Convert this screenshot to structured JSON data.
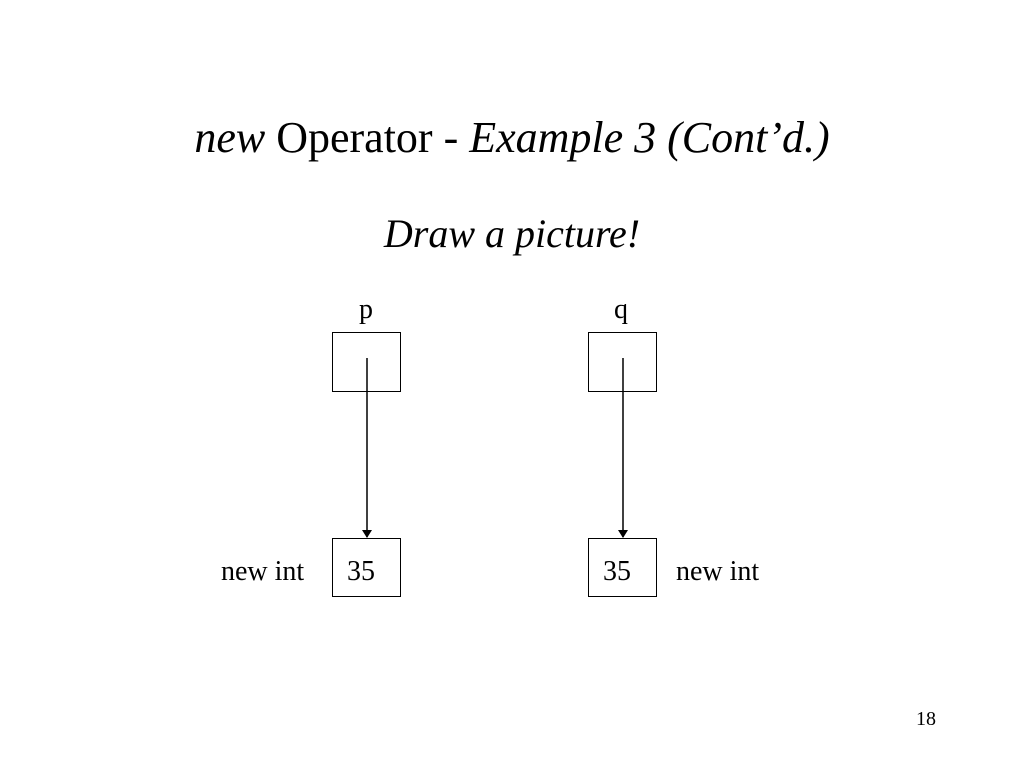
{
  "slide": {
    "title": {
      "keyword": "new",
      "middle": " Operator - ",
      "suffix": "Example 3 (Cont’d.)"
    },
    "subtitle": "Draw a picture!",
    "page_number": "18"
  },
  "diagram": {
    "pointers": [
      {
        "name": "p",
        "target_value": "35",
        "target_label": "new int"
      },
      {
        "name": "q",
        "target_value": "35",
        "target_label": "new int"
      }
    ]
  }
}
